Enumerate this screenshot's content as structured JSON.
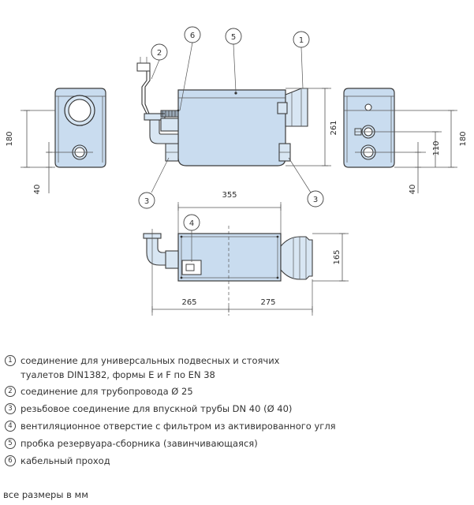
{
  "dimensions": {
    "left_height": "180",
    "left_lower": "40",
    "front_height": "261",
    "top_width": "355",
    "top_height": "165",
    "top_left": "265",
    "top_right": "275",
    "right_height": "180",
    "right_middle": "110",
    "right_lower": "40"
  },
  "callouts": {
    "c1": "1",
    "c2": "2",
    "c3": "3",
    "c4": "4",
    "c5": "5",
    "c6": "6"
  },
  "legend": [
    {
      "num": "1",
      "text": "соединение для универсальных подвесных и стоячих",
      "cont": "туалетов DIN1382, формы E и F по EN 38"
    },
    {
      "num": "2",
      "text": "соединение для трубопровода Ø 25"
    },
    {
      "num": "3",
      "text": "резьбовое соединение для впускной трубы DN 40 (Ø 40)"
    },
    {
      "num": "4",
      "text": "вентиляционное отверстие с фильтром из активированного угля"
    },
    {
      "num": "5",
      "text": "пробка резервуара-сборника (завинчивающаяся)"
    },
    {
      "num": "6",
      "text": "кабельный проход"
    }
  ],
  "footnote": "все размеры в мм",
  "colors": {
    "body": "#c9dcef",
    "line": "#3b3b3b"
  }
}
